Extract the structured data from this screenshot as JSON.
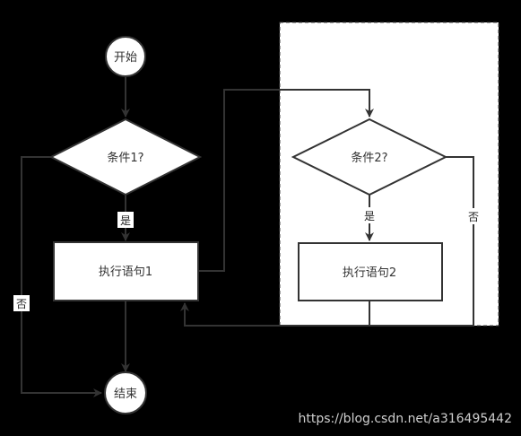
{
  "diagram": {
    "nodes": {
      "start": "开始",
      "cond1": "条件1?",
      "stmt1": "执行语句1",
      "cond2": "条件2?",
      "stmt2": "执行语句2",
      "end": "结束"
    },
    "edge_labels": {
      "cond1_yes": "是",
      "cond1_no": "否",
      "cond2_yes": "是",
      "cond2_no": "否"
    }
  },
  "watermark": "https://blog.csdn.net/a316495442",
  "colors": {
    "background": "#000000",
    "shape_fill": "#ffffff",
    "stroke": "#333333",
    "loop_stroke": "#444444",
    "label_bg": "#ffffff"
  }
}
